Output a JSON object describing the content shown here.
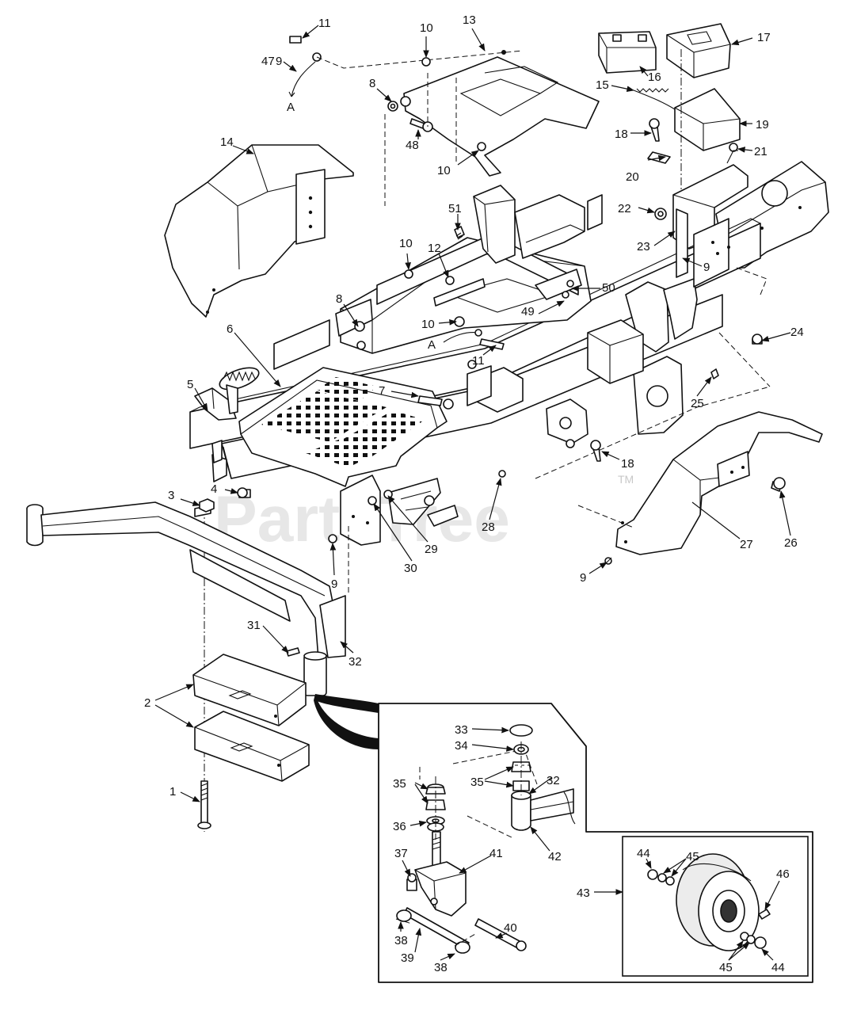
{
  "watermark": {
    "text": "PartsTree",
    "tm": "TM"
  },
  "connector_labels": [
    "A",
    "A"
  ],
  "callouts": [
    "1",
    "2",
    "3",
    "4",
    "5",
    "6",
    "7",
    "8",
    "8",
    "9",
    "9",
    "9",
    "9",
    "10",
    "10",
    "10",
    "10",
    "11",
    "11",
    "12",
    "13",
    "14",
    "15",
    "16",
    "17",
    "18",
    "18",
    "19",
    "20",
    "21",
    "22",
    "23",
    "24",
    "25",
    "26",
    "27",
    "28",
    "29",
    "30",
    "31",
    "32",
    "32",
    "33",
    "34",
    "35",
    "35",
    "36",
    "37",
    "38",
    "38",
    "39",
    "40",
    "41",
    "42",
    "43",
    "44",
    "44",
    "45",
    "45",
    "46",
    "47",
    "48",
    "49",
    "50",
    "51"
  ],
  "arrowhead_color": "#111111"
}
